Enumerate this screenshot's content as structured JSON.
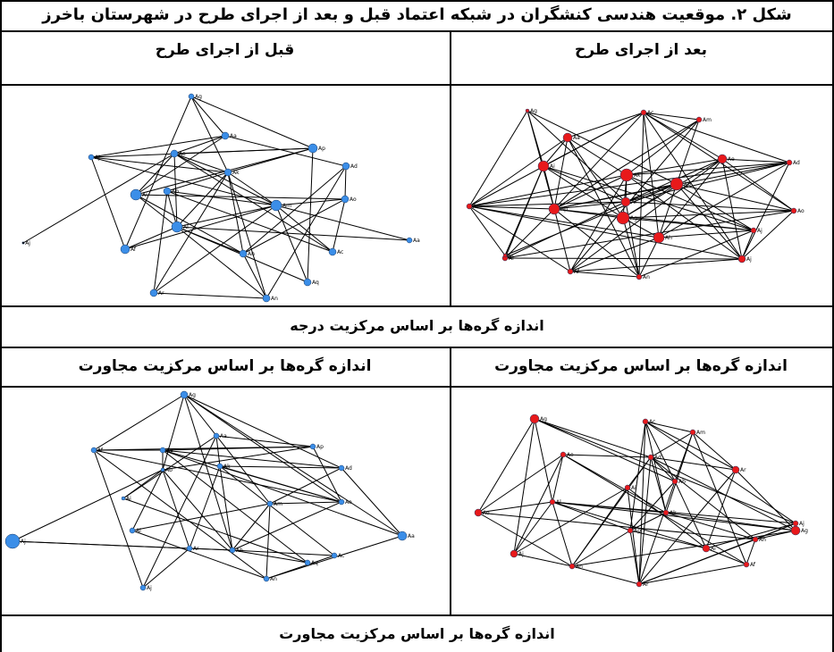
{
  "title": "شکل ۲. موقعیت هندسی کنشگران در شبکه اعتماد قبل و بعد از اجرای طرح در شهرستان باخرز",
  "headers": {
    "after": "بعد از اجرای طرح",
    "before": "قبل از اجرای طرح"
  },
  "caption_degree": "اندازه گره‌ها بر اساس مرکزیت درجه",
  "headers_row2": {
    "right": "اندازه گره‌ها بر اساس مرکزیت مجاورت",
    "left": "اندازه گره‌ها بر اساس مرکزیت مجاورت"
  },
  "caption_closeness": "اندازه گره‌ها بر اساس مرکزیت مجاورت",
  "colors": {
    "before_nodes": "#3b8ee8",
    "after_nodes": "#e8191b",
    "edges": "#000000"
  },
  "networks": {
    "before_degree": {
      "nodes": [
        "Ag",
        "Aj",
        "Ae",
        "Aa",
        "Ap",
        "Ad",
        "Ai",
        "Ak",
        "Al",
        "Ab",
        "Am",
        "Ah",
        "Ao",
        "Ac",
        "Af",
        "An",
        "Aq",
        "Ar",
        "Aa2"
      ],
      "labels": [
        "Ag",
        "Aj",
        "Ae",
        "Aa",
        "Ap",
        "Ad",
        "Ai",
        "Ak",
        "Al",
        "Ab",
        "Am",
        "Ah",
        "Ao",
        "Ac",
        "Af",
        "An",
        "Aq",
        "Ar",
        "Aa"
      ]
    },
    "after_degree": {
      "labels": [
        "Ag",
        "Ac",
        "Am",
        "Aa",
        "Ae",
        "Ad",
        "Ai",
        "Ak",
        "Ab",
        "Al",
        "Ap",
        "Ar",
        "Ao",
        "Ag",
        "Aj",
        "Ah",
        "Ai",
        "Af",
        "An",
        "Aj",
        "Ar"
      ]
    },
    "before_closeness": {
      "labels": [
        "Ag",
        "Af",
        "Ae",
        "Aa",
        "Ap",
        "Ad",
        "Ai",
        "Ak",
        "Al",
        "Ab",
        "Am",
        "Ah",
        "Ao",
        "Ac",
        "Ar",
        "An",
        "Aq",
        "Aj",
        "Aa"
      ]
    },
    "after_closeness": {
      "labels": [
        "Ag",
        "Ac",
        "Am",
        "Ad",
        "Ar",
        "Ae",
        "Ai",
        "Ab",
        "Al",
        "Ak",
        "Ap",
        "Ao",
        "Ag",
        "Aj",
        "Ah",
        "Ai",
        "Af",
        "An",
        "Aj",
        "Ar"
      ]
    }
  }
}
